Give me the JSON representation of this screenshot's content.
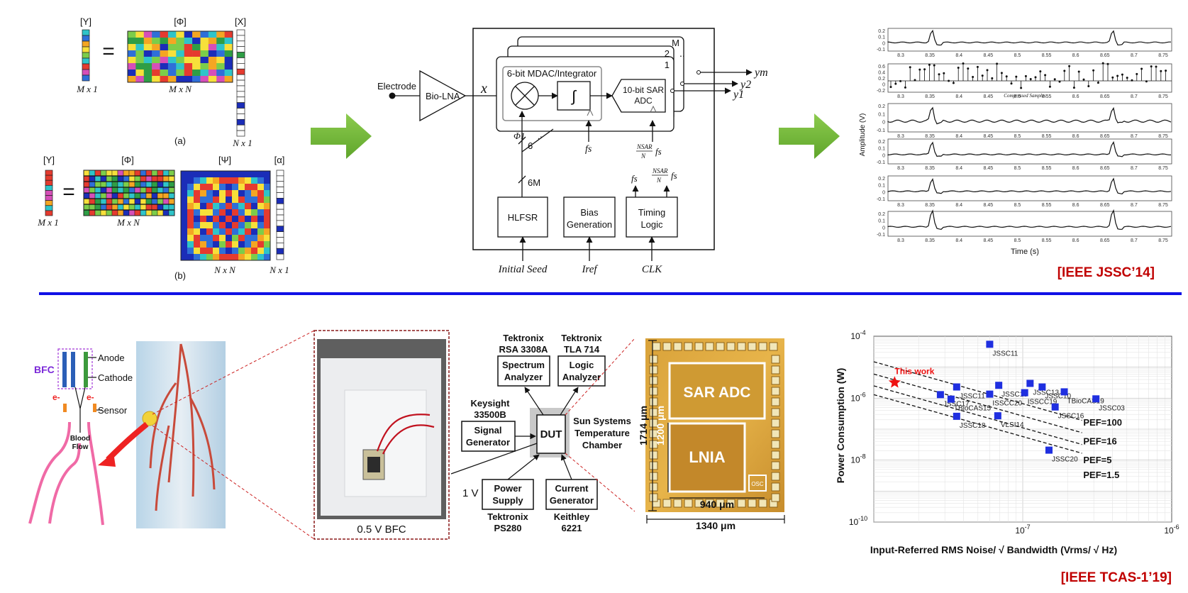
{
  "matrix_panel": {
    "a": {
      "y_label": "[Y]",
      "phi_label": "[Φ]",
      "x_label": "[X]",
      "y_dim": "M x 1",
      "phi_dim": "M x N",
      "x_dim": "N x 1",
      "caption": "(a)"
    },
    "b": {
      "y_label": "[Y]",
      "phi_label": "[Φ]",
      "psi_label": "[Ψ]",
      "alpha_label": "[α]",
      "y_dim": "M x 1",
      "phi_dim": "M x N",
      "psi_dim": "N x N",
      "alpha_dim": "N x 1",
      "caption": "(b)"
    },
    "equals": "="
  },
  "block_diagram": {
    "electrode": "Electrode",
    "bio_lna": "Bio-LNA",
    "x": "x",
    "mdac": "6-bit MDAC/Integrator",
    "sar": [
      "10-bit SAR",
      "ADC"
    ],
    "stack_index": [
      "M",
      "2",
      "1"
    ],
    "outputs": [
      "ym",
      "y2",
      "y1"
    ],
    "phi1": "Φ1",
    "bus6": "6",
    "bus6m": "6M",
    "fs": "fs",
    "nsar": "NSAR",
    "n": "N",
    "hlfsr": "HLFSR",
    "bias": [
      "Bias",
      "Generation"
    ],
    "timing": [
      "Timing",
      "Logic"
    ],
    "initial_seed": "Initial Seed",
    "iref": "Iref",
    "clk": "CLK"
  },
  "waveforms": {
    "y_axis_label": "Amplitude (V)",
    "x_axis_label": "Time (s)",
    "compressed_label": "Compressed Samples",
    "x_ticks": [
      "8.3",
      "8.35",
      "8.4",
      "8.45",
      "8.5",
      "8.55",
      "8.6",
      "8.65",
      "8.7",
      "8.75"
    ],
    "row_ticks": [
      [
        "0.2",
        "0.1",
        "0",
        "-0.1"
      ],
      [
        "0.6",
        "0.4",
        "0.2",
        "0",
        "-0.2"
      ],
      [
        "0.2",
        "0.1",
        "0",
        "-0.1"
      ],
      [
        "0.2",
        "0.1",
        "0",
        "-0.1"
      ],
      [
        "0.2",
        "0.1",
        "0",
        "-0.1"
      ],
      [
        "0.2",
        "0.1",
        "0",
        "-0.1"
      ]
    ]
  },
  "citation_top": "[IEEE JSSC’14]",
  "citation_bottom": "[IEEE TCAS-1’19]",
  "bfc_panel": {
    "bfc": "BFC",
    "anode": "Anode",
    "cathode": "Cathode",
    "sensor": "Sensor",
    "blood_flow": [
      "Blood",
      "Flow"
    ],
    "electron": "e-"
  },
  "photo_caption": "0.5 V BFC",
  "setup": {
    "tek_rsa": [
      "Tektronix",
      "RSA 3308A"
    ],
    "spectrum": [
      "Spectrum",
      "Analyzer"
    ],
    "tek_tla": [
      "Tektronix",
      "TLA 714"
    ],
    "logic": [
      "Logic",
      "Analyzer"
    ],
    "keysight": [
      "Keysight",
      "33500B"
    ],
    "signal": [
      "Signal",
      "Generator"
    ],
    "dut": "DUT",
    "chamber": [
      "Sun Systems",
      "Temperature",
      "Chamber"
    ],
    "one_v": "1 V",
    "power": [
      "Power",
      "Supply"
    ],
    "current": [
      "Current",
      "Generator"
    ],
    "tek_ps": [
      "Tektronix",
      "PS280"
    ],
    "keithley": [
      "Keithley",
      "6221"
    ]
  },
  "die": {
    "sar_adc": "SAR ADC",
    "lnia": "LNIA",
    "osc": "OSC",
    "dim_1714": "1714  μm",
    "dim_1200": "1200  μm",
    "dim_940": "940  μm",
    "dim_1340": "1340  μm"
  },
  "chart_data": {
    "type": "scatter",
    "xlabel": "Input-Referred RMS Noise/  √ Bandwidth (Vrms/ √ Hz)",
    "ylabel": "Power Consumption (W)",
    "x_scale": "log",
    "y_scale": "log",
    "xlim": [
      1e-08,
      1e-06
    ],
    "ylim": [
      1e-10,
      0.0001
    ],
    "x_tick_labels": [
      "10-7",
      "10-6"
    ],
    "y_tick_labels": [
      "10-4",
      "10-6",
      "10-8",
      "10-10"
    ],
    "grid": true,
    "points": [
      {
        "label": "JSSC11",
        "x": 6e-08,
        "y": 5.5e-05
      },
      {
        "label": "JSSC11",
        "x": 3.6e-08,
        "y": 2.3e-06
      },
      {
        "label": "JSSC18",
        "x": 6.9e-08,
        "y": 2.6e-06
      },
      {
        "label": "JSSC13",
        "x": 1.12e-07,
        "y": 3e-06
      },
      {
        "label": "JSSC10",
        "x": 1.35e-07,
        "y": 2.3e-06
      },
      {
        "label": "TBioCAS19",
        "x": 1.9e-07,
        "y": 1.6e-06
      },
      {
        "label": "JSSC17",
        "x": 2.8e-08,
        "y": 1.3e-06
      },
      {
        "label": "ISSCC20",
        "x": 6e-08,
        "y": 1.35e-06
      },
      {
        "label": "ISSCC19",
        "x": 1.03e-07,
        "y": 1.5e-06
      },
      {
        "label": "JSSC03",
        "x": 3.1e-07,
        "y": 9.5e-07
      },
      {
        "label": "TBioCAS15",
        "x": 3.3e-08,
        "y": 9.3e-07
      },
      {
        "label": "JSSC16",
        "x": 1.65e-07,
        "y": 5.2e-07
      },
      {
        "label": "VLSI14",
        "x": 6.8e-08,
        "y": 2.7e-07
      },
      {
        "label": "JSSC18",
        "x": 3.6e-08,
        "y": 2.6e-07
      },
      {
        "label": "JSSC20",
        "x": 1.5e-07,
        "y": 2.1e-08
      }
    ],
    "this_work": {
      "label": "This work",
      "x": 1.38e-08,
      "y": 3.2e-06
    },
    "pef_lines": [
      "PEF=100",
      "PEF=16",
      "PEF=5",
      "PEF=1.5"
    ],
    "colors": {
      "points": "#1f2fe0",
      "this_work": "#ee1111"
    }
  }
}
